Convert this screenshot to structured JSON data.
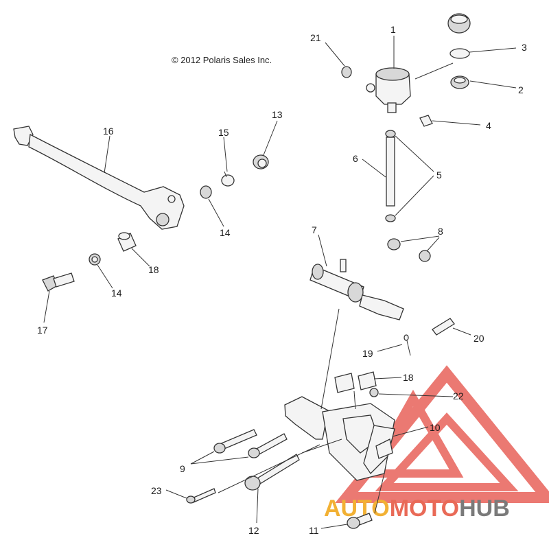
{
  "copyright": "© 2012 Polaris Sales Inc.",
  "watermark": {
    "part1": "AUTO",
    "part2": "MOTO",
    "part3": "HUB",
    "color1": "#f2b134",
    "color2": "#e96a57",
    "color3": "#7a7a7a",
    "triangle_color": "#e8625a"
  },
  "callouts": [
    "1",
    "2",
    "3",
    "4",
    "5",
    "6",
    "7",
    "8",
    "9",
    "10",
    "11",
    "12",
    "13",
    "14",
    "14",
    "15",
    "16",
    "17",
    "18",
    "18",
    "19",
    "20",
    "21",
    "22",
    "23"
  ]
}
